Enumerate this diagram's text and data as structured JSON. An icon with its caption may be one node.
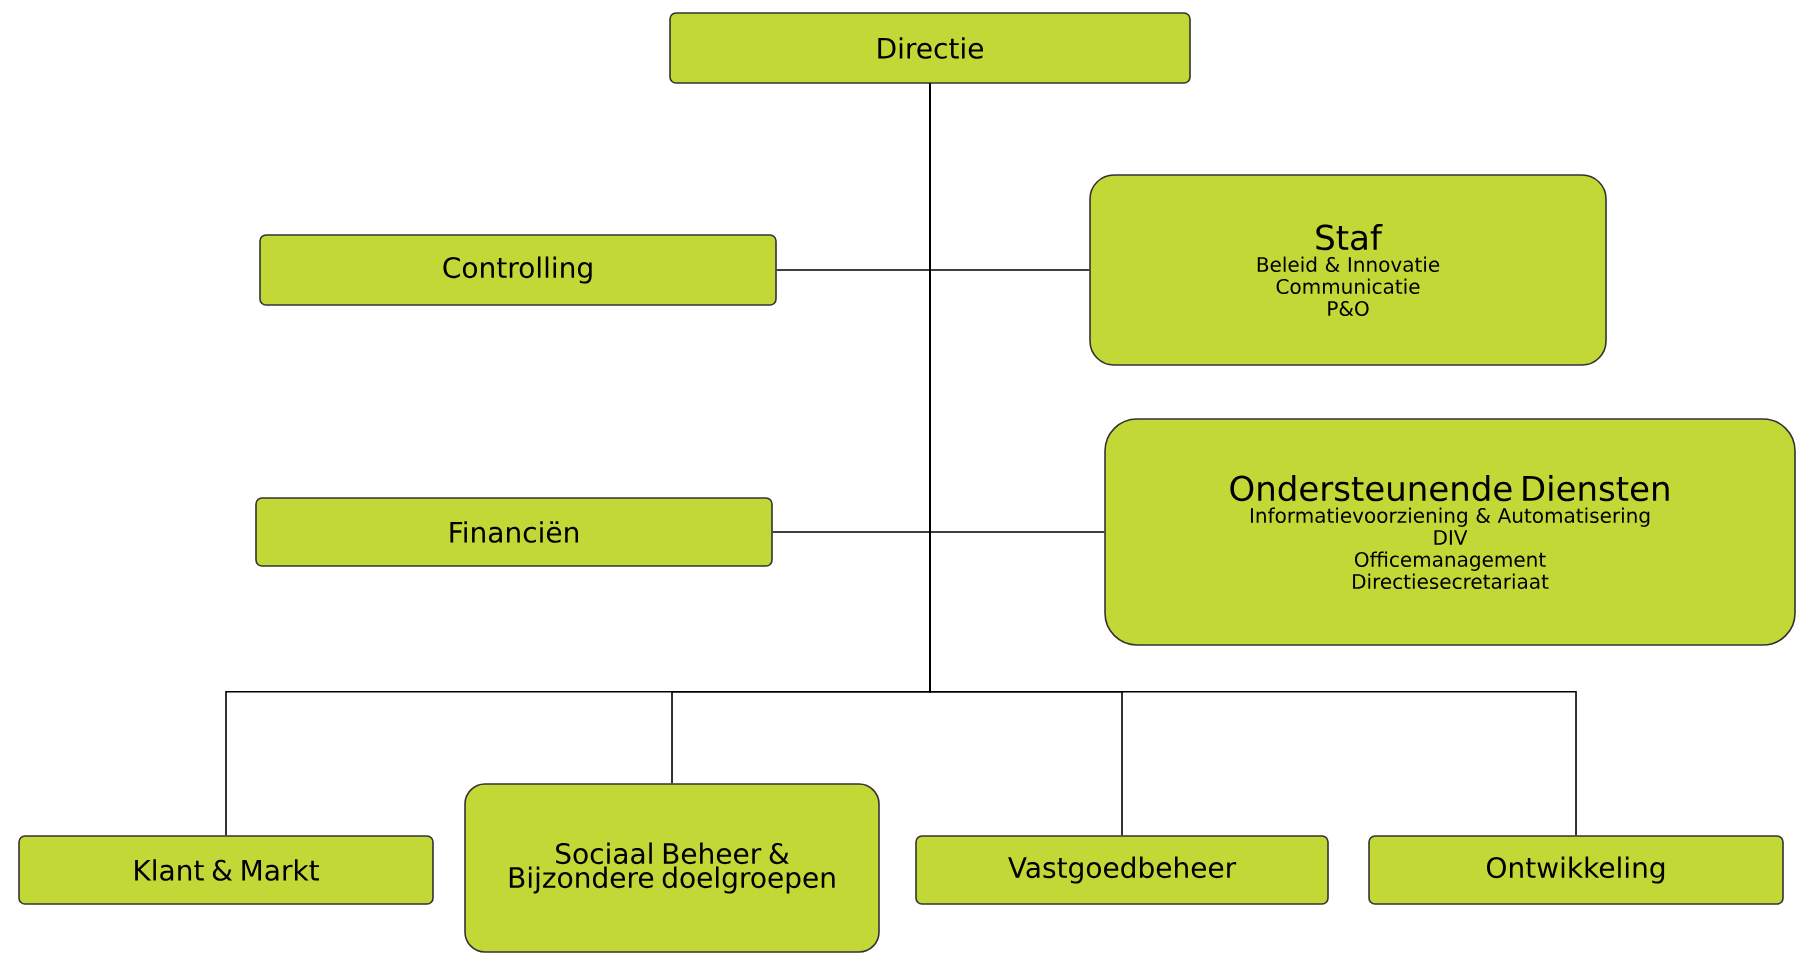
{
  "diagram": {
    "nodes": [
      {
        "text": [
          "Directie"
        ]
      },
      {
        "text": [
          "Controlling"
        ]
      },
      {
        "text": [
          "Staf",
          "Beleid & Innovatie",
          "Communicatie",
          "P&O"
        ]
      },
      {
        "text": [
          "Financiën"
        ]
      },
      {
        "text": [
          "Ondersteunende Diensten",
          "Informatievoorziening & Automatisering",
          "DIV",
          "Officemanagement",
          "Directiesecretariaat"
        ]
      },
      {
        "text": [
          "Klant & Markt"
        ]
      },
      {
        "text": [
          "Sociaal Beheer & Bijzondere doelgroepen"
        ]
      },
      {
        "text": [
          "Vastgoedbeheer"
        ]
      },
      {
        "text": [
          "Ontwikkeling"
        ]
      }
    ],
    "edges": [
      {
        "from": 0,
        "to": 1,
        "arrow": "none"
      },
      {
        "from": 0,
        "to": 2,
        "arrow": "none"
      },
      {
        "from": 0,
        "to": 3,
        "arrow": "none"
      },
      {
        "from": 0,
        "to": 4,
        "arrow": "none"
      },
      {
        "from": 0,
        "to": 5,
        "arrow": "none"
      },
      {
        "from": 0,
        "to": 6,
        "arrow": "none"
      },
      {
        "from": 0,
        "to": 7,
        "arrow": "none"
      },
      {
        "from": 0,
        "to": 8,
        "arrow": "none"
      }
    ]
  }
}
